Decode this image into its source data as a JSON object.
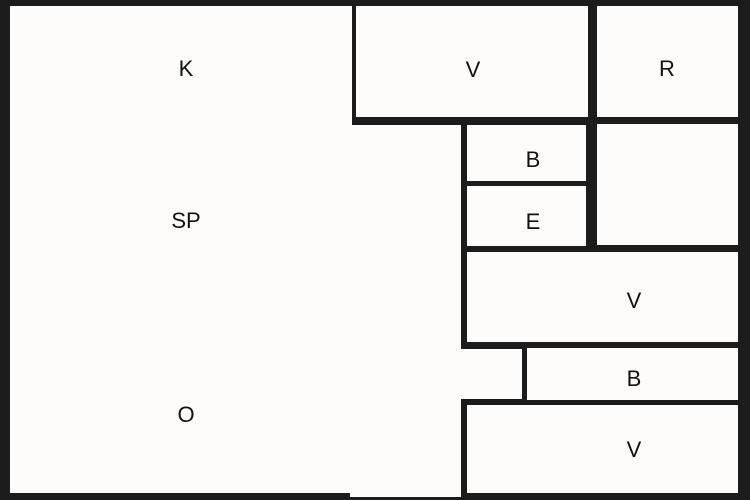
{
  "diagram": {
    "type": "floor-plan-blocks",
    "background_color": "#fdfcfa",
    "line_color": "#1c1c1c",
    "text_color": "#111111",
    "labels": {
      "k": "K",
      "sp": "SP",
      "o": "O",
      "v_top": "V",
      "r": "R",
      "b_upper": "B",
      "e": "E",
      "v_middle": "V",
      "b_lower": "B",
      "v_bottom": "V"
    }
  }
}
